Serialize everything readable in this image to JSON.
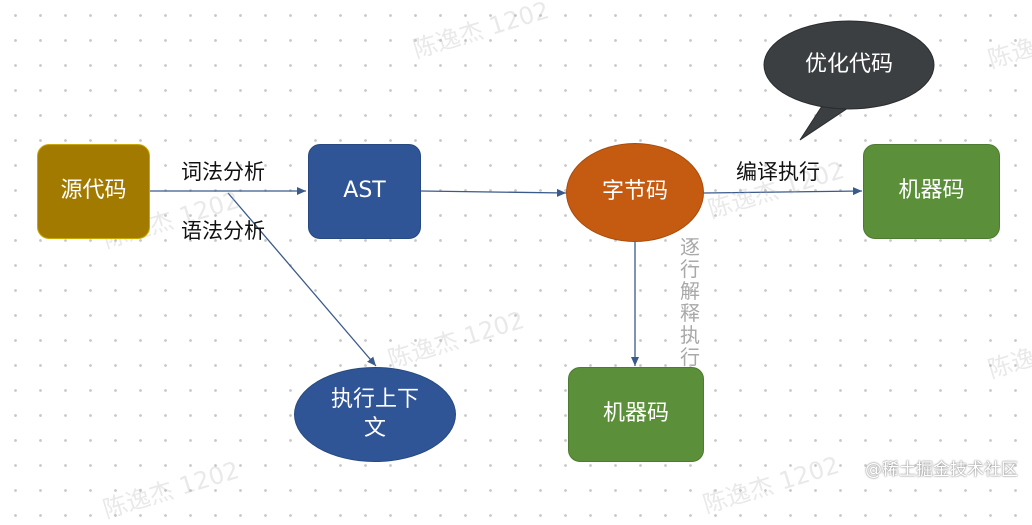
{
  "watermark_text": "陈逸杰 1202",
  "nodes": {
    "source_code": "源代码",
    "ast": "AST",
    "bytecode": "字节码",
    "machine_code_right": "机器码",
    "machine_code_bottom": "机器码",
    "exec_context": "执行上下文",
    "optimize": "优化代码"
  },
  "edge_labels": {
    "lexical": "词法分析",
    "syntax": "语法分析",
    "compile_execute": "编译执行",
    "interpret": "逐行解释执行"
  },
  "credit": "@稀土掘金技术社区",
  "colors": {
    "source_code": "#a37a00",
    "ast": "#2f5597",
    "bytecode": "#c55a11",
    "machine_code": "#5b8f3a",
    "exec_context": "#2f5597",
    "optimize": "#3b3f41",
    "arrow": "#3a5a8c"
  }
}
